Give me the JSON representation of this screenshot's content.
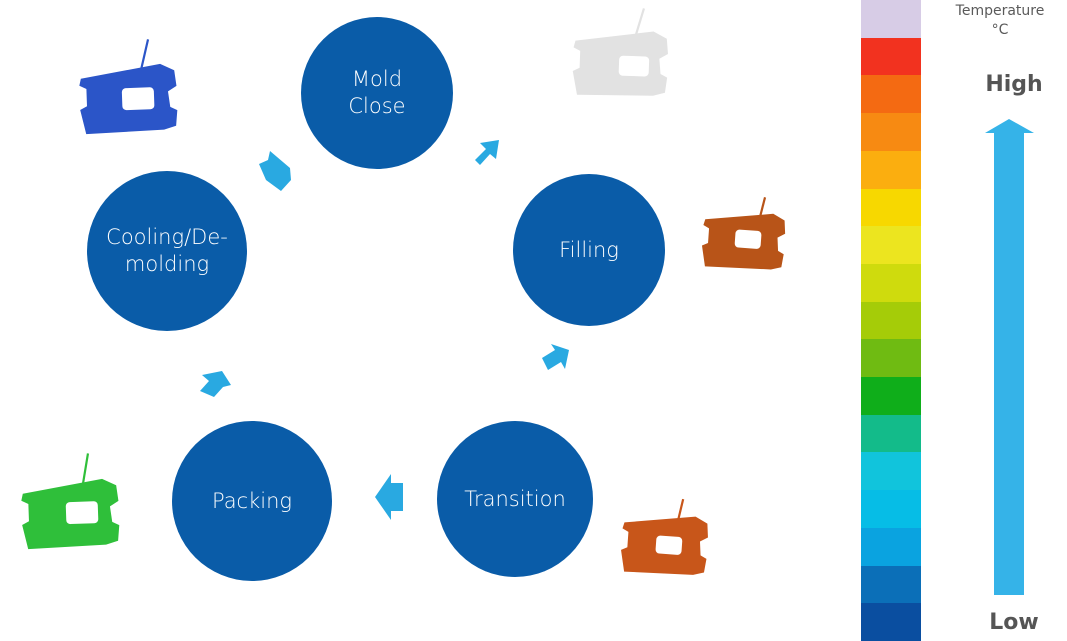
{
  "cycle": {
    "stages": [
      {
        "id": "mold-close",
        "lines": [
          "Mold",
          "Close"
        ]
      },
      {
        "id": "filling",
        "lines": [
          "Filling"
        ]
      },
      {
        "id": "transition",
        "lines": [
          "Transition"
        ]
      },
      {
        "id": "packing",
        "lines": [
          "Packing"
        ]
      },
      {
        "id": "cooling",
        "lines": [
          "Cooling/De-",
          "molding"
        ]
      }
    ],
    "circle_color": "#0a5ca8",
    "arrow_color": "#29a9e1"
  },
  "part_thumbnails": [
    {
      "stage": "mold-close",
      "color": "#e2e2e2",
      "color_meaning": "neutral"
    },
    {
      "stage": "filling",
      "color": "#b85418",
      "color_meaning": "high temperature"
    },
    {
      "stage": "transition",
      "color": "#c8561a",
      "color_meaning": "high temperature"
    },
    {
      "stage": "packing",
      "color": "#2fbf3a",
      "color_meaning": "medium temperature"
    },
    {
      "stage": "cooling",
      "color": "#2b55c8",
      "color_meaning": "low temperature"
    }
  ],
  "temperature_scale": {
    "title_line1": "Temperature",
    "title_line2": "°C",
    "high_label": "High",
    "low_label": "Low",
    "colors_top_to_bottom": [
      "#d7cce6",
      "#f2321f",
      "#f46a12",
      "#f78a12",
      "#fbae0f",
      "#f7d800",
      "#ece51f",
      "#cfdb0d",
      "#a5cc08",
      "#6fbb12",
      "#0fae1a",
      "#13bb8a",
      "#11c4dc",
      "#06bde6",
      "#0aa3e0",
      "#0b6fb8",
      "#0a4ea0"
    ],
    "arrow_color": "#35b3e8"
  }
}
